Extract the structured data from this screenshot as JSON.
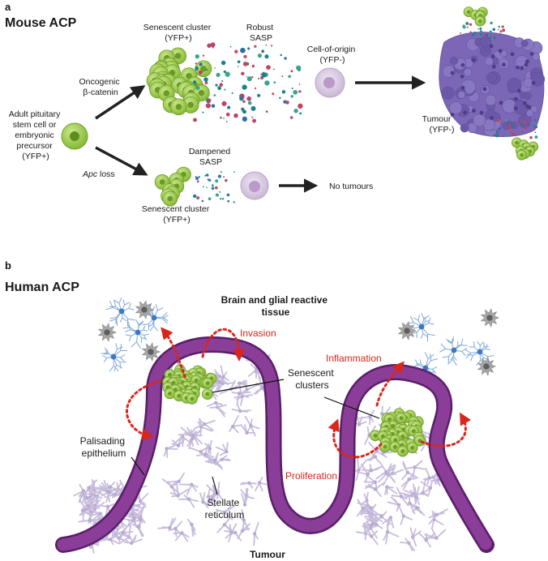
{
  "panel_a": {
    "letter": "a",
    "title": "Mouse ACP",
    "stem": [
      "Adult pituitary",
      "stem cell or",
      "embryonic",
      "precursor",
      "(YFP+)"
    ],
    "oncogenic": [
      "Oncogenic",
      "β-catenin"
    ],
    "apc_italic": "Apc",
    "apc_rest": " loss",
    "senescent_top": [
      "Senescent cluster",
      "(YFP+)"
    ],
    "robust_sasp": [
      "Robust",
      "SASP"
    ],
    "cell_origin": [
      "Cell-of-origin",
      "(YFP-)"
    ],
    "tumour": [
      "Tumour",
      "(YFP-)"
    ],
    "dampened_sasp": [
      "Dampened",
      "SASP"
    ],
    "senescent_bottom": [
      "Senescent cluster",
      "(YFP+)"
    ],
    "no_tumours": "No tumours"
  },
  "panel_b": {
    "letter": "b",
    "title": "Human ACP",
    "brain": [
      "Brain and glial reactive",
      "tissue"
    ],
    "invasion": "Invasion",
    "inflammation": "Inflammation",
    "senescent": [
      "Senescent",
      "clusters"
    ],
    "palisading": [
      "Palisading",
      "epithelium"
    ],
    "proliferation": "Proliferation",
    "stellate": [
      "Stellate",
      "reticulum"
    ],
    "tumour": "Tumour"
  },
  "colors": {
    "green": "#8cc43c",
    "senescent_green": "#4caf50",
    "purple_epithelium": "#6b2a7a",
    "purple_tumour": "#7b67b5",
    "lavender": "#cfc4de",
    "red_arrow": "#d9261c"
  }
}
